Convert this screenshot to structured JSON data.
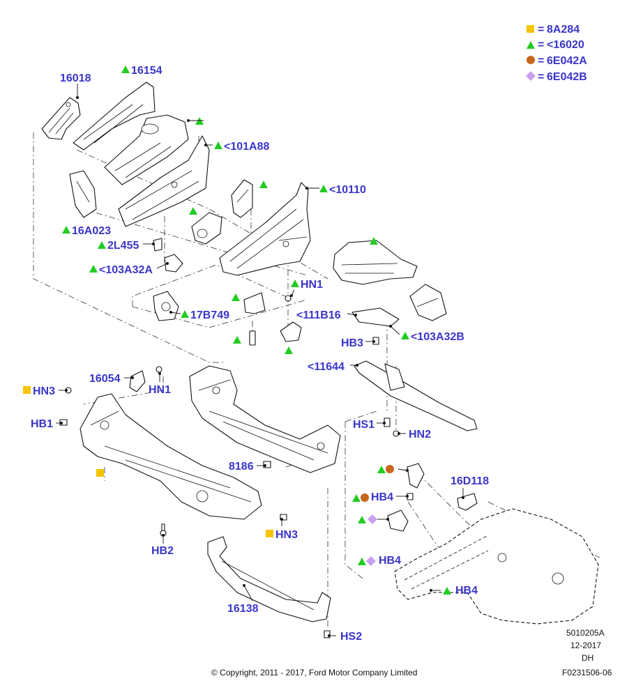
{
  "colors": {
    "label": "#3a35c9",
    "square": "#f5c400",
    "triangle": "#22cc22",
    "circle": "#c8661c",
    "diamond": "#c9a0f0"
  },
  "legend": [
    {
      "icon": "square-icon",
      "value": "8A284"
    },
    {
      "icon": "triangle-icon",
      "value": "<16020"
    },
    {
      "icon": "circle-icon",
      "value": "6E042A"
    },
    {
      "icon": "diamond-icon",
      "value": "6E042B"
    }
  ],
  "legend_sep": "=",
  "labels": {
    "l16018": "16018",
    "l16154": "16154",
    "l101A88": "<101A88",
    "l16A023": "16A023",
    "l10110": "<10110",
    "l2L455": "2L455",
    "l103A32A": "<103A32A",
    "lHN1a": "HN1",
    "l17B749": "17B749",
    "l111B16": "<111B16",
    "lHB3": "HB3",
    "l103A32B": "<103A32B",
    "l11644": "<11644",
    "l16054": "16054",
    "lHN3a": "HN3",
    "lHN1b": "HN1",
    "lHB1": "HB1",
    "lHS1": "HS1",
    "lHN2": "HN2",
    "l8186": "8186",
    "l16D118": "16D118",
    "lHB4a": "HB4",
    "lHB4b": "HB4",
    "lHB4c": "HB4",
    "lHN3b": "HN3",
    "lHB2": "HB2",
    "l16138": "16138",
    "lHS2": "HS2"
  },
  "footer": {
    "copyright": "© Copyright, 2011 - 2017, Ford Motor Company Limited",
    "code": "5010205A",
    "date": "12-2017",
    "initials": "DH",
    "figure": "F0231506-06"
  }
}
